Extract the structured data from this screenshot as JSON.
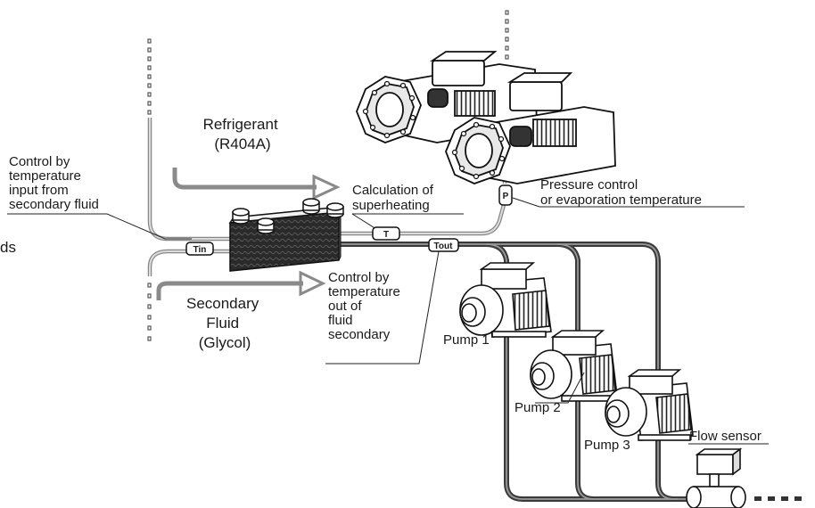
{
  "labels": {
    "refrigerant_line1": "Refrigerant",
    "refrigerant_line2": "(R404A)",
    "calc_line1": "Calculation of",
    "calc_line2": "superheating",
    "pressure_line1": "Pressure control",
    "pressure_line2": "or evaporation temperature",
    "control_in_line1": "Control by",
    "control_in_line2": "temperature",
    "control_in_line3": "input from",
    "control_in_line4": "secondary fluid",
    "control_out_line1": "Control by",
    "control_out_line2": "temperature",
    "control_out_line3": "out of",
    "control_out_line4": "fluid",
    "control_out_line5": "secondary",
    "secondary_line1": "Secondary",
    "secondary_line2": "Fluid",
    "secondary_line3": "(Glycol)",
    "cut_text": "ds",
    "pump1": "Pump 1",
    "pump2": "Pump 2",
    "pump3": "Pump 3",
    "flow_sensor": "Flow sensor"
  },
  "sensor_tags": {
    "tin": "Tin",
    "t": "T",
    "tout": "Tout",
    "p": "P"
  }
}
